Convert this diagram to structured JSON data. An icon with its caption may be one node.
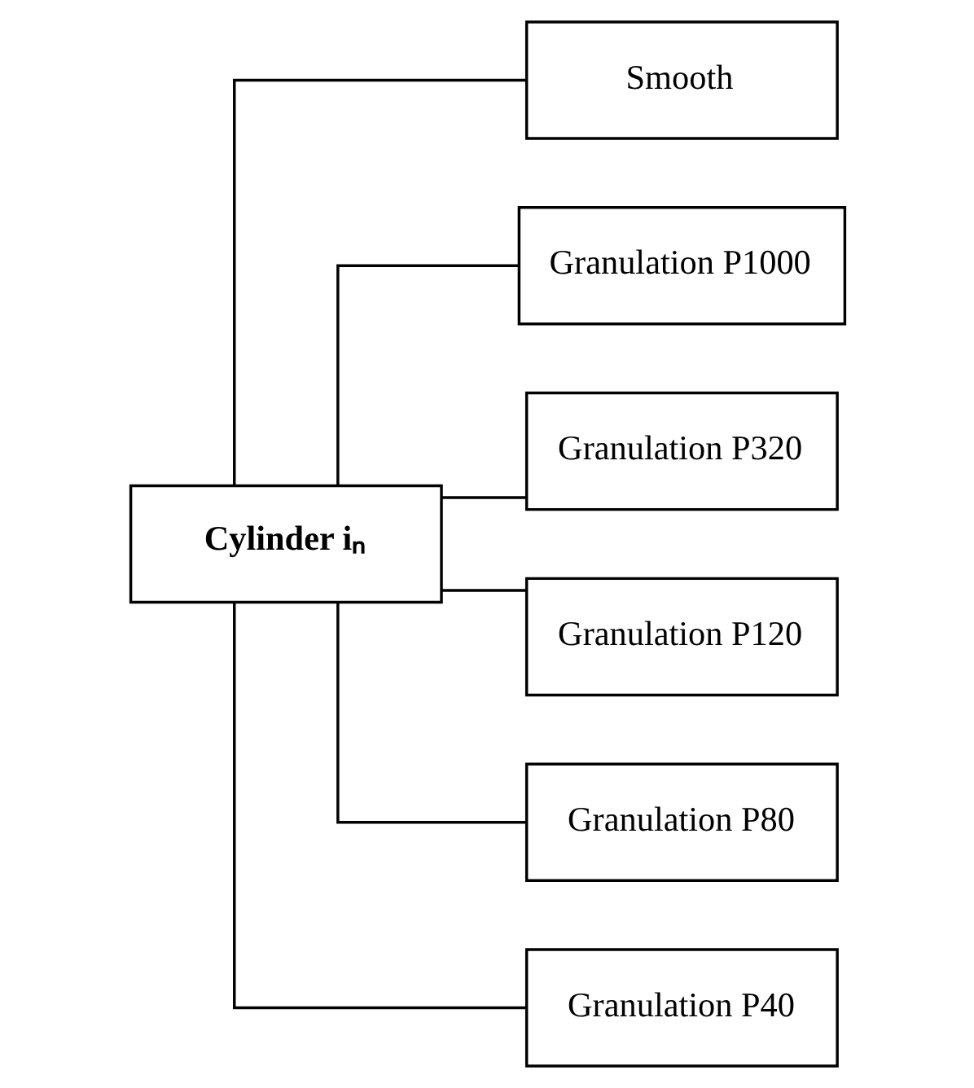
{
  "diagram": {
    "nodes": [
      {
        "text": [
          "Cylinder iₙ"
        ]
      },
      {
        "text": [
          "Smooth"
        ]
      },
      {
        "text": [
          "Granulation P1000"
        ]
      },
      {
        "text": [
          "Granulation P320"
        ]
      },
      {
        "text": [
          "Granulation P120"
        ]
      },
      {
        "text": [
          "Granulation P80"
        ]
      },
      {
        "text": [
          "Granulation P40"
        ]
      }
    ],
    "edges": [
      {
        "from": 0,
        "to": 1,
        "arrow": "none"
      },
      {
        "from": 0,
        "to": 2,
        "arrow": "none"
      },
      {
        "from": 0,
        "to": 3,
        "arrow": "none"
      },
      {
        "from": 0,
        "to": 4,
        "arrow": "none"
      },
      {
        "from": 0,
        "to": 5,
        "arrow": "none"
      },
      {
        "from": 0,
        "to": 6,
        "arrow": "none"
      }
    ]
  }
}
